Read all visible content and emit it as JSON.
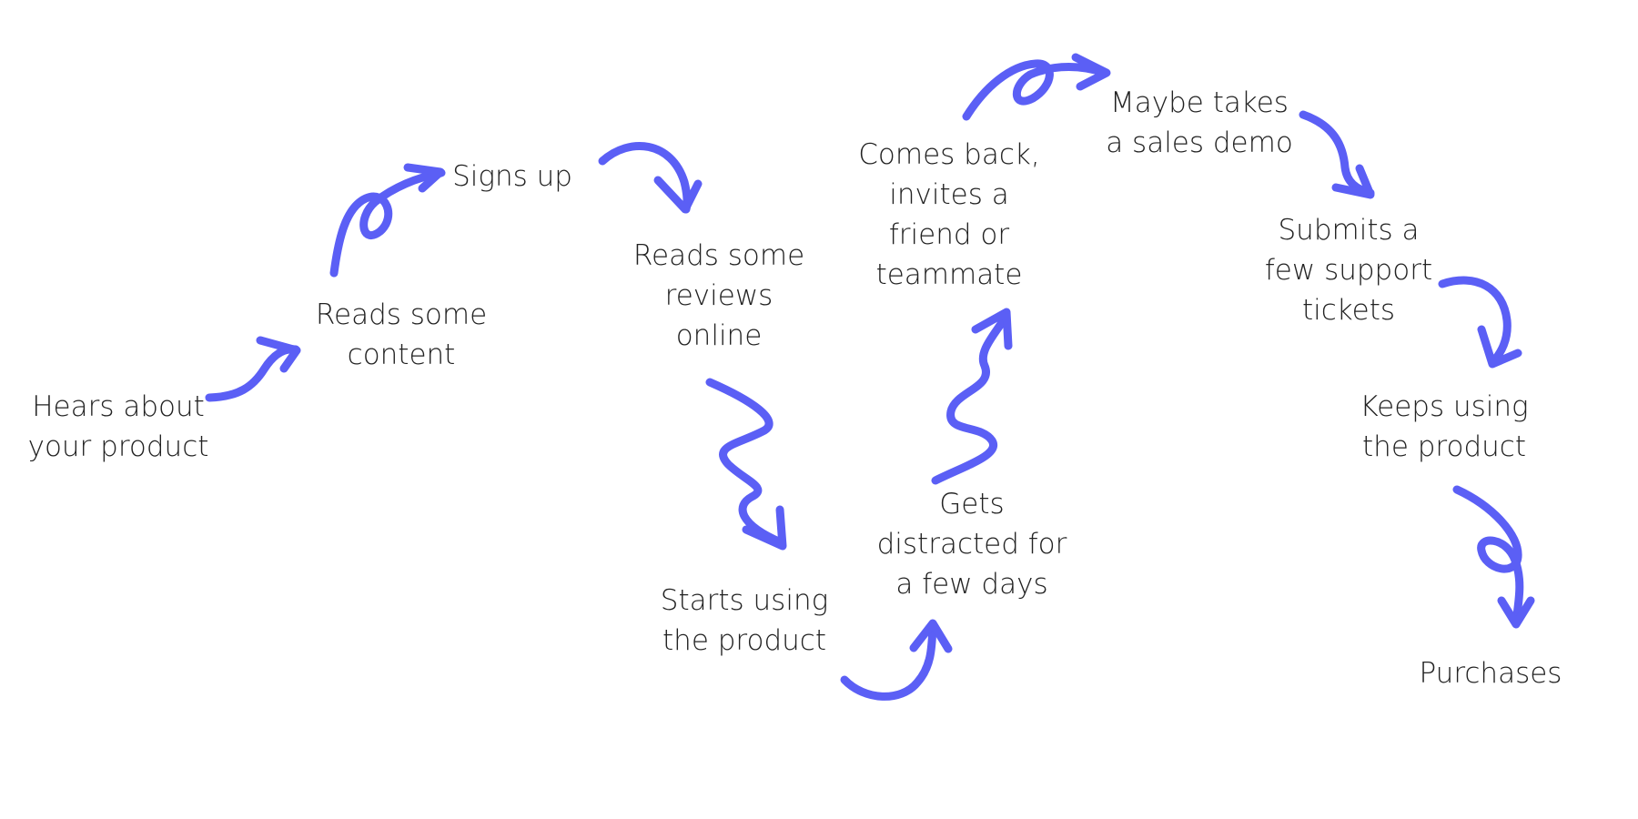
{
  "accent_color": "#5b5ff5",
  "text_color": "#222222",
  "steps": [
    {
      "id": "hears-about",
      "label": "Hears about\nyour product"
    },
    {
      "id": "reads-content",
      "label": "Reads some\ncontent"
    },
    {
      "id": "signs-up",
      "label": "Signs up"
    },
    {
      "id": "reads-reviews",
      "label": "Reads some\nreviews\nonline"
    },
    {
      "id": "starts-using",
      "label": "Starts using\nthe product"
    },
    {
      "id": "gets-distracted",
      "label": "Gets\ndistracted for\na few days"
    },
    {
      "id": "comes-back",
      "label": "Comes back,\ninvites a\nfriend or\nteammate"
    },
    {
      "id": "sales-demo",
      "label": "Maybe takes\na sales demo"
    },
    {
      "id": "support-tickets",
      "label": "Submits a\nfew support\ntickets"
    },
    {
      "id": "keeps-using",
      "label": "Keeps using\nthe product"
    },
    {
      "id": "purchases",
      "label": "Purchases"
    }
  ],
  "arrows": [
    {
      "from": "hears-about",
      "to": "reads-content",
      "style": "curve"
    },
    {
      "from": "reads-content",
      "to": "signs-up",
      "style": "loop"
    },
    {
      "from": "signs-up",
      "to": "reads-reviews",
      "style": "curve"
    },
    {
      "from": "reads-reviews",
      "to": "starts-using",
      "style": "squiggle"
    },
    {
      "from": "starts-using",
      "to": "gets-distracted",
      "style": "curve"
    },
    {
      "from": "gets-distracted",
      "to": "comes-back",
      "style": "squiggle"
    },
    {
      "from": "comes-back",
      "to": "sales-demo",
      "style": "loop"
    },
    {
      "from": "sales-demo",
      "to": "support-tickets",
      "style": "curve"
    },
    {
      "from": "support-tickets",
      "to": "keeps-using",
      "style": "curve"
    },
    {
      "from": "keeps-using",
      "to": "purchases",
      "style": "loop"
    }
  ]
}
